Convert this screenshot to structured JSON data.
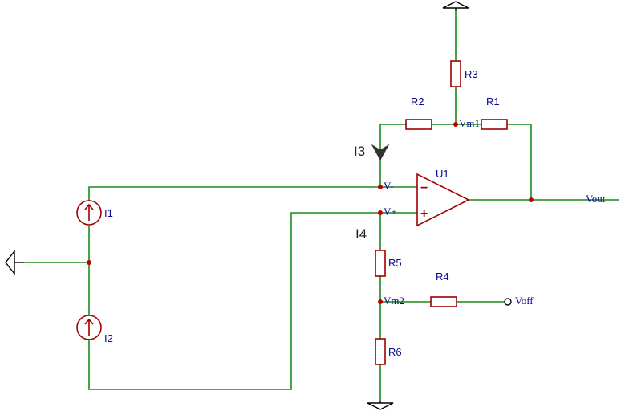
{
  "components": {
    "opamp": "U1",
    "r1": "R1",
    "r2": "R2",
    "r3": "R3",
    "r4": "R4",
    "r5": "R5",
    "r6": "R6",
    "i1": "I1",
    "i2": "I2"
  },
  "nets": {
    "vm1": "Vm1",
    "vm2": "Vm2",
    "vminus": "V-",
    "vplus": "V+",
    "vout": "Vout",
    "voff": "Voff"
  },
  "probes": {
    "i3": "I3",
    "i4": "I4"
  },
  "opamp_pins": {
    "inverting": "−",
    "noninverting": "+"
  },
  "colors": {
    "wire": "#1a8a1a",
    "component": "#a00000",
    "junction": "#c00000",
    "label": "#0a0a8a"
  }
}
